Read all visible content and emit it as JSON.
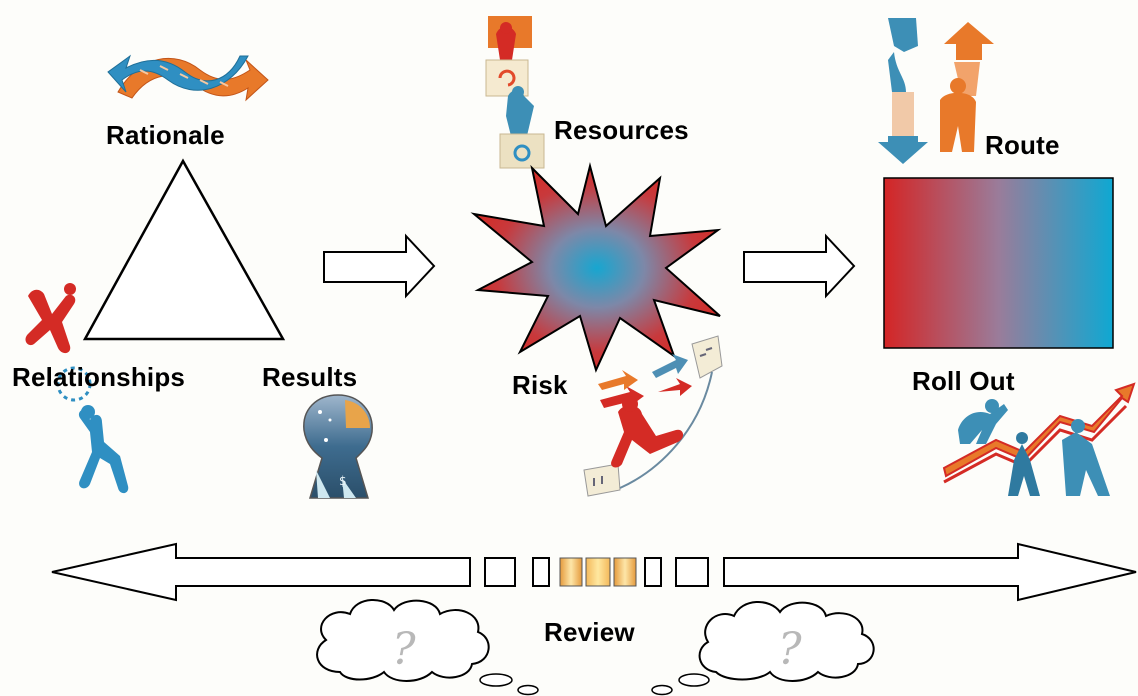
{
  "labels": {
    "rationale": "Rationale",
    "relationships": "Relationships",
    "results": "Results",
    "resources": "Resources",
    "risk": "Risk",
    "route": "Route",
    "roll_out": "Roll Out",
    "review": "Review"
  },
  "cloud_glyph": "?",
  "icons": {
    "rationale": "twisted-arrows-icon",
    "relationships": "falling-figures-icon",
    "results": "keyhole-icon",
    "resources": "stacked-figures-icon",
    "risk": "leaping-figure-icon",
    "route": "up-down-arrows-icon",
    "roll_out": "rising-graph-figures-icon"
  },
  "colors": {
    "red": "#d42b25",
    "orange": "#e8792a",
    "blue": "#2f87b5",
    "cyan": "#18a5cc",
    "gradient_start": "#d42525",
    "gradient_end": "#0fa8d2"
  }
}
